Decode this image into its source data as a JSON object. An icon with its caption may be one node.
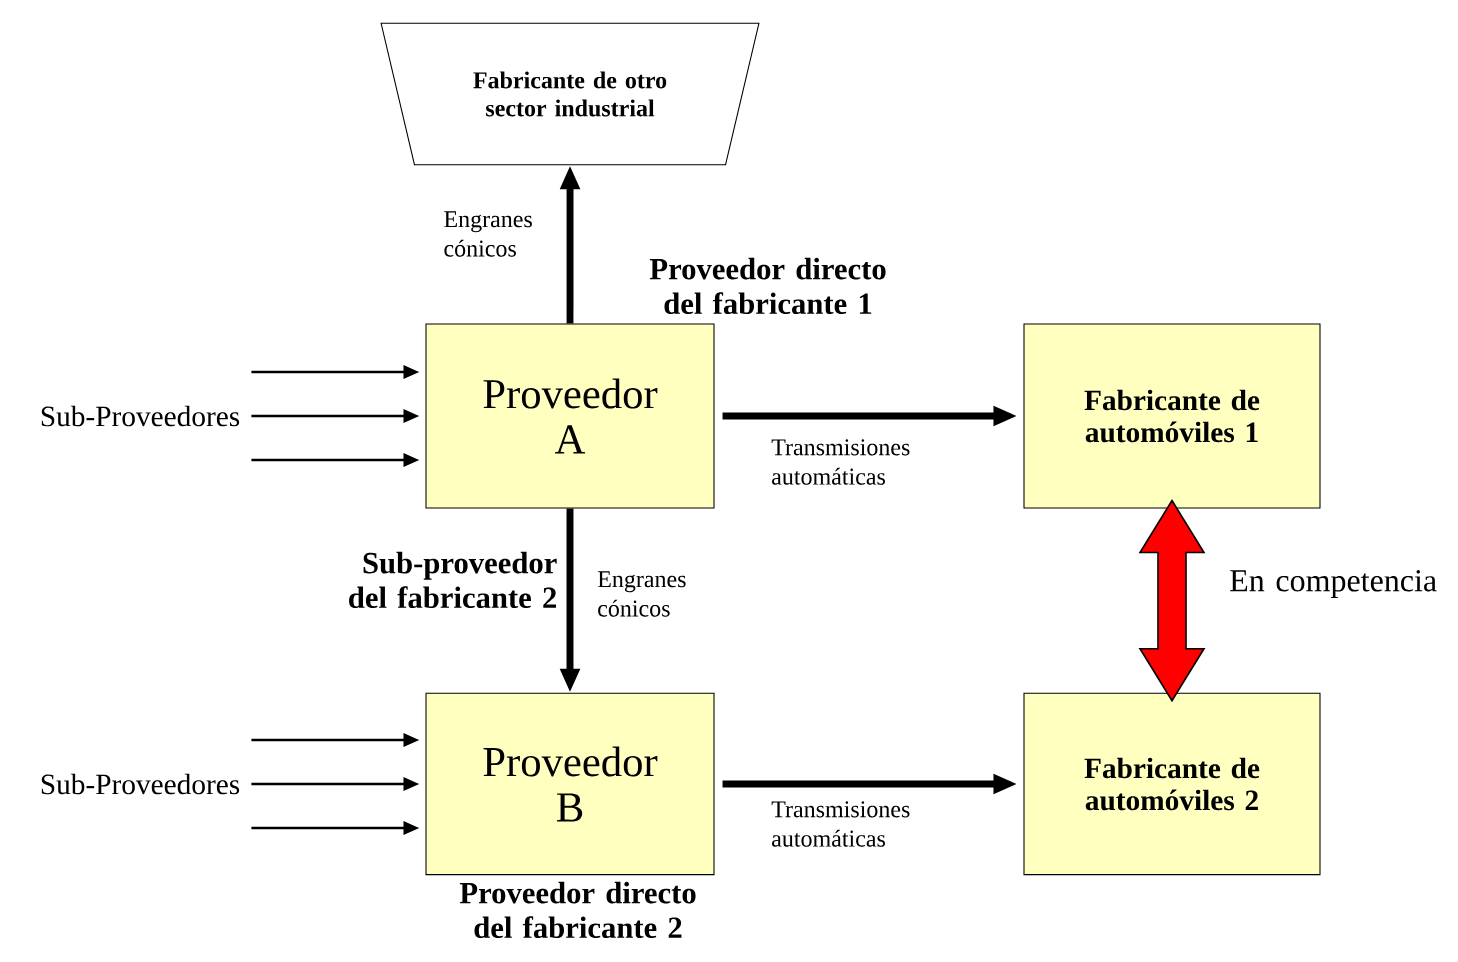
{
  "diagram": {
    "nodes": [
      {
        "text": [
          "Fabricante de otro sector industrial"
        ]
      },
      {
        "text": [
          "Proveedor A"
        ],
        "beside": [
          "Proveedor directo del fabricante 1",
          "Sub-proveedor del fabricante 2"
        ]
      },
      {
        "text": [
          "Fabricante de automóviles 1"
        ]
      },
      {
        "text": [
          "Sub-Proveedores"
        ]
      },
      {
        "text": [
          "Proveedor B"
        ],
        "beside": [
          "Proveedor directo del fabricante 2"
        ]
      },
      {
        "text": [
          "Fabricante de automóviles 2"
        ]
      },
      {
        "text": [
          "Sub-Proveedores"
        ]
      }
    ],
    "edges": [
      {
        "from": 1,
        "to": 0,
        "arrow": "to",
        "label": "Engranes cónicos",
        "style": "thick"
      },
      {
        "from": 3,
        "to": 1,
        "arrow": "to"
      },
      {
        "from": 3,
        "to": 1,
        "arrow": "to"
      },
      {
        "from": 3,
        "to": 1,
        "arrow": "to"
      },
      {
        "from": 1,
        "to": 2,
        "arrow": "to",
        "label": "Transmisiones automáticas",
        "style": "thick"
      },
      {
        "from": 1,
        "to": 4,
        "arrow": "to",
        "label": "Engranes cónicos",
        "style": "thick"
      },
      {
        "from": 6,
        "to": 4,
        "arrow": "to"
      },
      {
        "from": 6,
        "to": 4,
        "arrow": "to"
      },
      {
        "from": 6,
        "to": 4,
        "arrow": "to"
      },
      {
        "from": 4,
        "to": 5,
        "arrow": "to",
        "label": "Transmisiones automáticas",
        "style": "thick"
      },
      {
        "from": 2,
        "to": 5,
        "arrow": "both",
        "label": "En competencia",
        "style": "thick",
        "color": "#ff0000"
      }
    ]
  }
}
